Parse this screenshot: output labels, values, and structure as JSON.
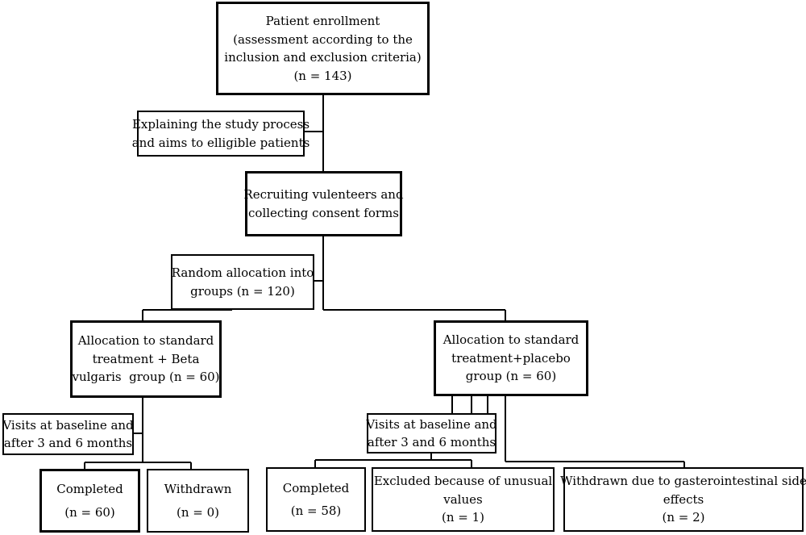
{
  "enrollment": {
    "lines": [
      "Patient enrollment",
      "(assessment according to the",
      "inclusion and exclusion criteria)",
      "(n = 143)"
    ]
  },
  "explaining": {
    "lines": [
      "Explaining the study process",
      "and aims to elligible patients"
    ]
  },
  "recruiting": {
    "lines": [
      "Recruiting vulenteers and",
      "collecting consent forms"
    ]
  },
  "random": {
    "lines": [
      "Random allocation into",
      "groups (n = 120)"
    ]
  },
  "beta_group": {
    "lines": [
      "Allocation to standard",
      "treatment + Beta",
      "vulgaris  group (n = 60)"
    ]
  },
  "placebo_group": {
    "lines": [
      "Allocation to standard",
      "treatment+placebo",
      "group (n = 60)"
    ]
  },
  "visits_left": {
    "lines": [
      "Visits at baseline and",
      "after 3 and 6 months"
    ]
  },
  "visits_right": {
    "lines": [
      "Visits at baseline and",
      "after 3 and 6 months"
    ]
  },
  "completed_left": {
    "label": "Completed",
    "count": "(n = 60)"
  },
  "withdrawn_left": {
    "label": "Withdrawn",
    "count": "(n = 0)"
  },
  "completed_right": {
    "label": "Completed",
    "count": "(n = 58)"
  },
  "excluded_right": {
    "lines": [
      "Excluded because of unusual",
      "values"
    ],
    "count": "(n = 1)"
  },
  "withdrawn_right": {
    "lines": [
      "Withdrawn due to gasterointestinal side",
      "effects"
    ],
    "count": "(n = 2)"
  }
}
